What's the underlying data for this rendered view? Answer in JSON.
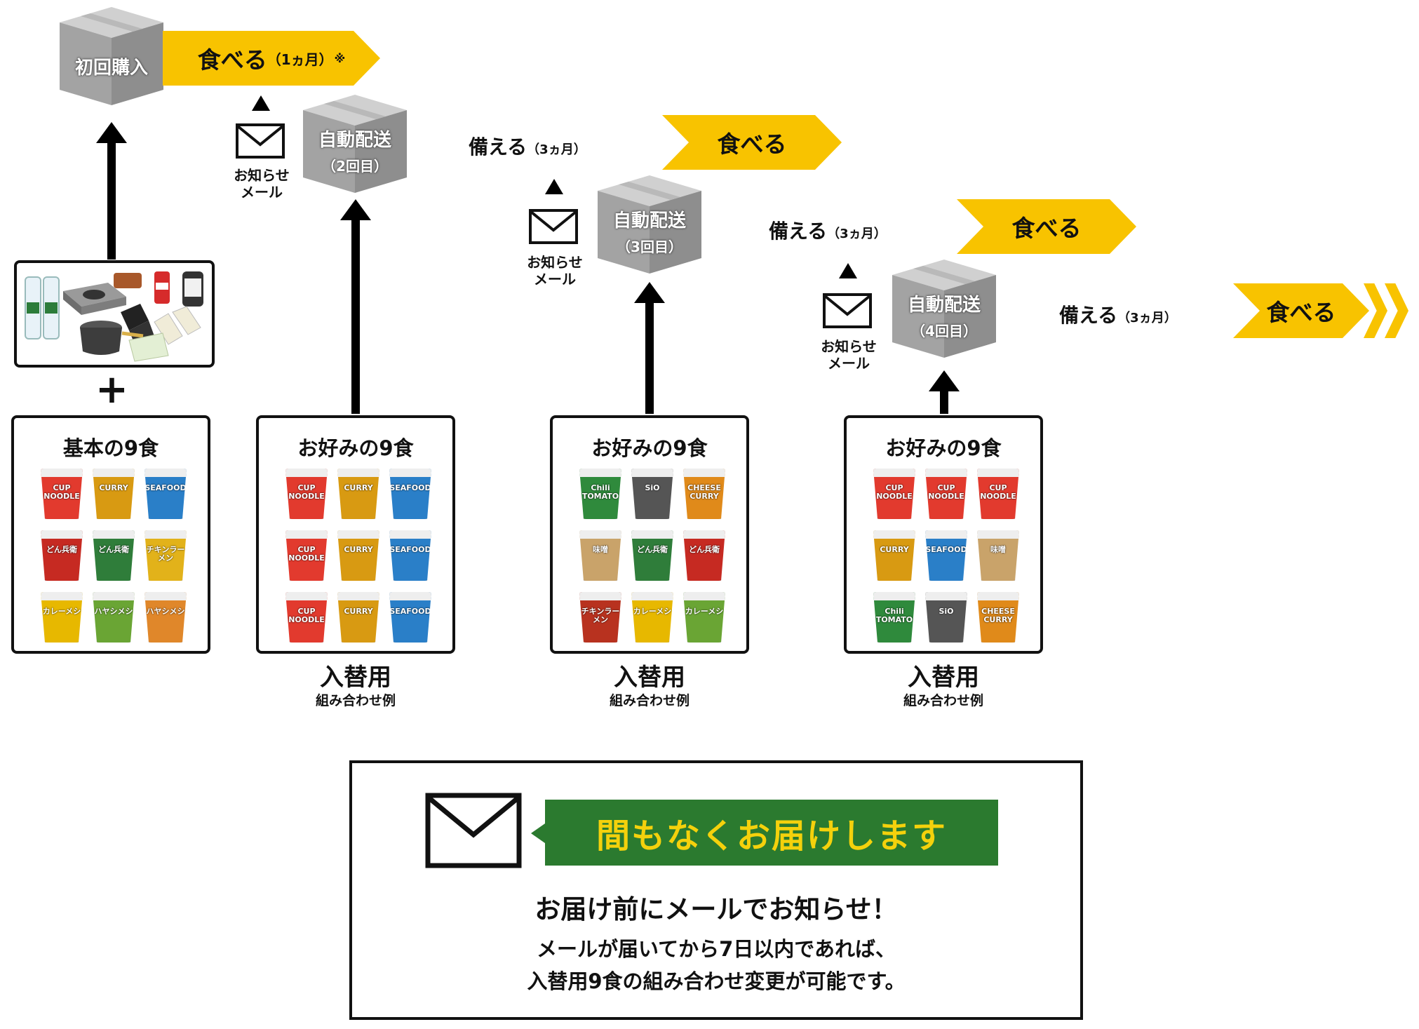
{
  "steps": {
    "first_purchase": "初回購入",
    "eat_first": "食べる",
    "eat_first_period": "（1ヵ月）",
    "eat_first_note": "※",
    "auto_delivery": "自動配送",
    "round_2": "（2回目）",
    "round_3": "（3回目）",
    "round_4": "（4回目）",
    "prepare": "備える",
    "prepare_period": "（3ヵ月）",
    "eat": "食べる",
    "mail_label_1": "お知らせ",
    "mail_label_2": "メール"
  },
  "plus": "+",
  "panels": {
    "basic_title": "基本の9食",
    "choice_title": "お好みの9食",
    "replacement": "入替用",
    "combo_example": "組み合わせ例"
  },
  "products": {
    "basic": [
      {
        "label": "CUP NOODLE",
        "color": "#e23a2e"
      },
      {
        "label": "CURRY",
        "color": "#d89a12"
      },
      {
        "label": "SEAFOOD",
        "color": "#2a7fc8"
      },
      {
        "label": "どん兵衛",
        "color": "#c62a22"
      },
      {
        "label": "どん兵衛",
        "color": "#2f7d3a"
      },
      {
        "label": "チキンラーメン",
        "color": "#e2b21a"
      },
      {
        "label": "カレーメシ",
        "color": "#e7b800"
      },
      {
        "label": "ハヤシメシ",
        "color": "#6aa534"
      },
      {
        "label": "ハヤシメシ",
        "color": "#e0872a"
      }
    ],
    "set2": [
      {
        "label": "CUP NOODLE",
        "color": "#e23a2e"
      },
      {
        "label": "CURRY",
        "color": "#d89a12"
      },
      {
        "label": "SEAFOOD",
        "color": "#2a7fc8"
      },
      {
        "label": "CUP NOODLE",
        "color": "#e23a2e"
      },
      {
        "label": "CURRY",
        "color": "#d89a12"
      },
      {
        "label": "SEAFOOD",
        "color": "#2a7fc8"
      },
      {
        "label": "CUP NOODLE",
        "color": "#e23a2e"
      },
      {
        "label": "CURRY",
        "color": "#d89a12"
      },
      {
        "label": "SEAFOOD",
        "color": "#2a7fc8"
      }
    ],
    "set3": [
      {
        "label": "Chili TOMATO",
        "color": "#2f8a3c"
      },
      {
        "label": "SiO",
        "color": "#555555"
      },
      {
        "label": "CHEESE CURRY",
        "color": "#e08a1a"
      },
      {
        "label": "味噌",
        "color": "#c9a36a"
      },
      {
        "label": "どん兵衛",
        "color": "#2f7d3a"
      },
      {
        "label": "どん兵衛",
        "color": "#c62a22"
      },
      {
        "label": "チキンラーメン",
        "color": "#b8321f"
      },
      {
        "label": "カレーメシ",
        "color": "#e7b800"
      },
      {
        "label": "カレーメシ",
        "color": "#6aa534"
      }
    ],
    "set4": [
      {
        "label": "CUP NOODLE",
        "color": "#e23a2e"
      },
      {
        "label": "CUP NOODLE",
        "color": "#e23a2e"
      },
      {
        "label": "CUP NOODLE",
        "color": "#e23a2e"
      },
      {
        "label": "CURRY",
        "color": "#d89a12"
      },
      {
        "label": "SEAFOOD",
        "color": "#2a7fc8"
      },
      {
        "label": "味噌",
        "color": "#c9a36a"
      },
      {
        "label": "Chili TOMATO",
        "color": "#2f8a3c"
      },
      {
        "label": "SiO",
        "color": "#555555"
      },
      {
        "label": "CHEESE CURRY",
        "color": "#e08a1a"
      }
    ]
  },
  "gear_items": [
    "water",
    "gas-stove",
    "gas-can",
    "lantern",
    "pot",
    "gloves",
    "briquette"
  ],
  "notice": {
    "banner": "間もなくお届けします",
    "headline": "お届け前にメールでお知らせ！",
    "body_line1": "メールが届いてから7日以内であれば、",
    "body_line2": "入替用9食の組み合わせ変更が可能です。"
  },
  "colors": {
    "yellow": "#f8c300",
    "green": "#2b7a2f",
    "banner_text": "#f4d10c",
    "box_gray": "#a7a7a7"
  }
}
